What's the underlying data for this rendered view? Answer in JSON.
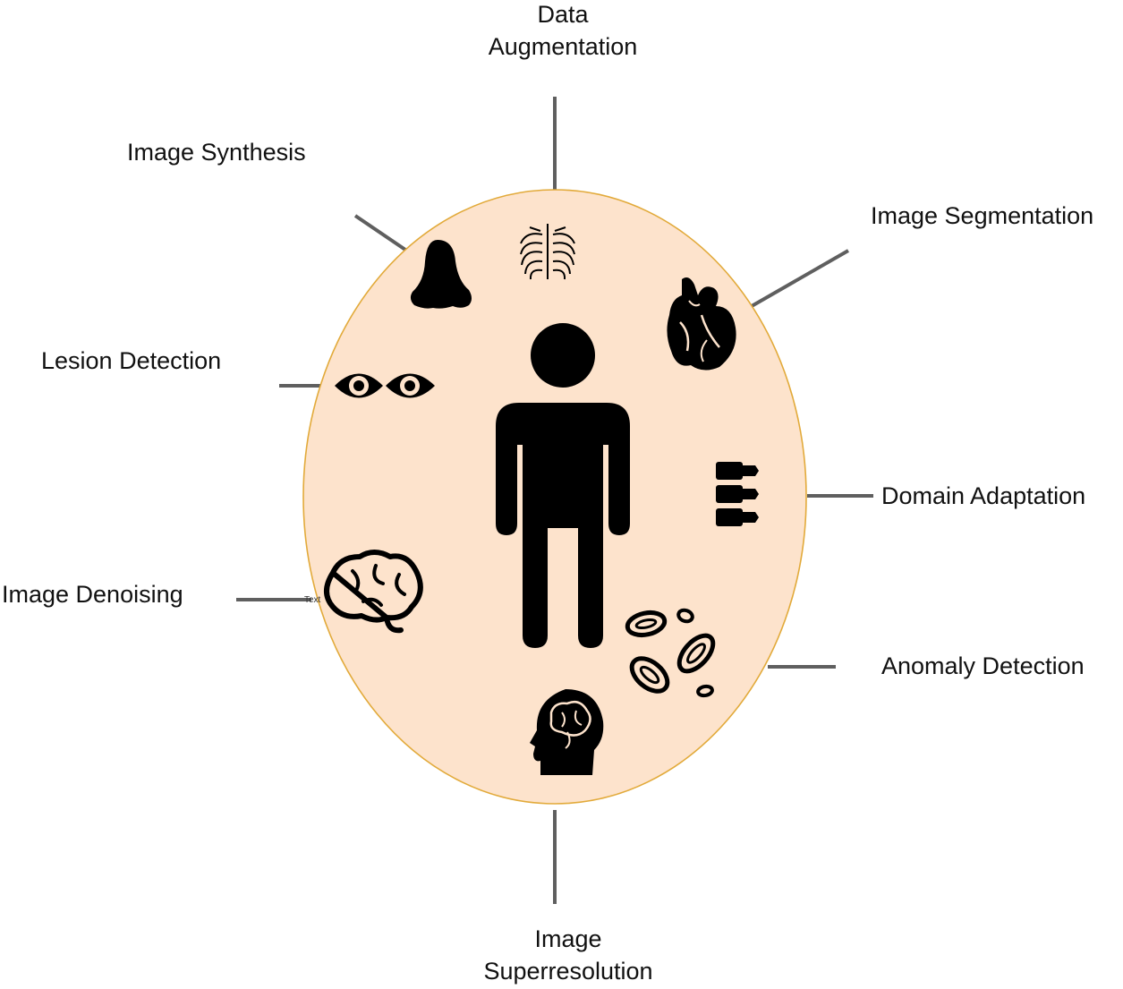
{
  "colors": {
    "ellipse_fill": "#fde3cc",
    "ellipse_stroke": "#e2aa3a",
    "connector": "#5f5f5f",
    "icon": "#000000"
  },
  "labels": {
    "data_augmentation": [
      "Data",
      "Augmentation"
    ],
    "image_synthesis": "Image Synthesis",
    "image_segmentation": "Image Segmentation",
    "lesion_detection": "Lesion Detection",
    "domain_adaptation": "Domain Adaptation",
    "image_denoising": "Image Denoising",
    "anomaly_detection": "Anomaly Detection",
    "image_superresolution": [
      "Image",
      "Superresolution"
    ]
  },
  "stray_text": "Text",
  "icons": [
    "person-icon",
    "nose-icon",
    "ribcage-icon",
    "heart-icon",
    "eyes-icon",
    "spine-icon",
    "brain-icon",
    "blood-cells-icon",
    "head-brain-icon"
  ]
}
